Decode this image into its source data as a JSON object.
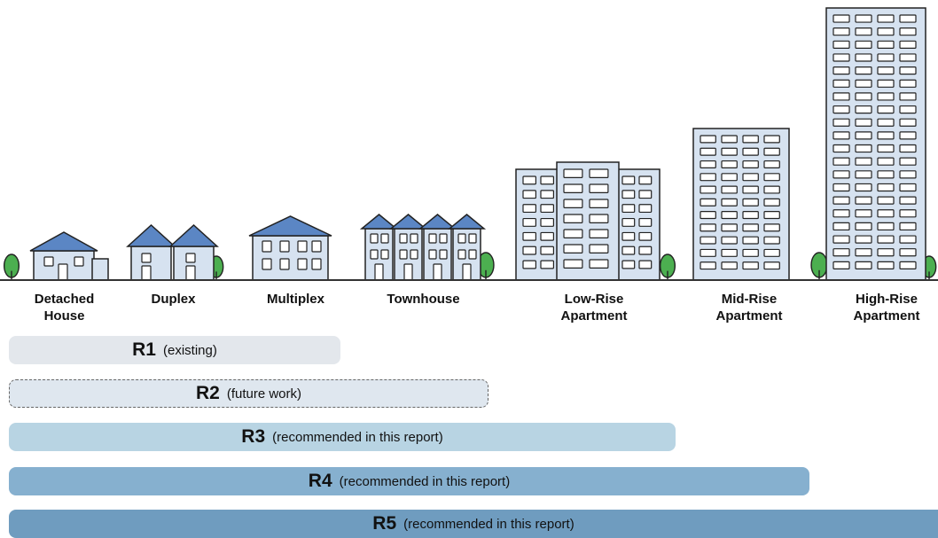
{
  "building_types": [
    {
      "key": "detached",
      "label": "Detached\nHouse"
    },
    {
      "key": "duplex",
      "label": "Duplex"
    },
    {
      "key": "multiplex",
      "label": "Multiplex"
    },
    {
      "key": "townhouse",
      "label": "Townhouse"
    },
    {
      "key": "lowrise",
      "label": "Low-Rise\nApartment"
    },
    {
      "key": "midrise",
      "label": "Mid-Rise\nApartment"
    },
    {
      "key": "highrise",
      "label": "High-Rise\nApartment"
    }
  ],
  "zones": [
    {
      "code": "R1",
      "note": "(existing)",
      "coverage": "Detached House to Multiplex",
      "fill": "#e3e7ec",
      "dashed": false
    },
    {
      "code": "R2",
      "note": "(future work)",
      "coverage": "Detached House to Townhouse",
      "fill": "#dfe7ef",
      "dashed": true
    },
    {
      "code": "R3",
      "note": "(recommended in this report)",
      "coverage": "Detached House to Low-Rise Apartment",
      "fill": "#b8d4e3",
      "dashed": false
    },
    {
      "code": "R4",
      "note": "(recommended in this report)",
      "coverage": "Detached House to Mid-Rise Apartment",
      "fill": "#86b0cf",
      "dashed": false
    },
    {
      "code": "R5",
      "note": "(recommended in this report)",
      "coverage": "Detached House to High-Rise Apartment",
      "fill": "#6f9cbf",
      "dashed": false
    }
  ],
  "colors": {
    "building_fill": "#d6e2f0",
    "roof": "#5b86c4",
    "outline": "#222222",
    "tree": "#4caf50",
    "ground": "#333333"
  }
}
